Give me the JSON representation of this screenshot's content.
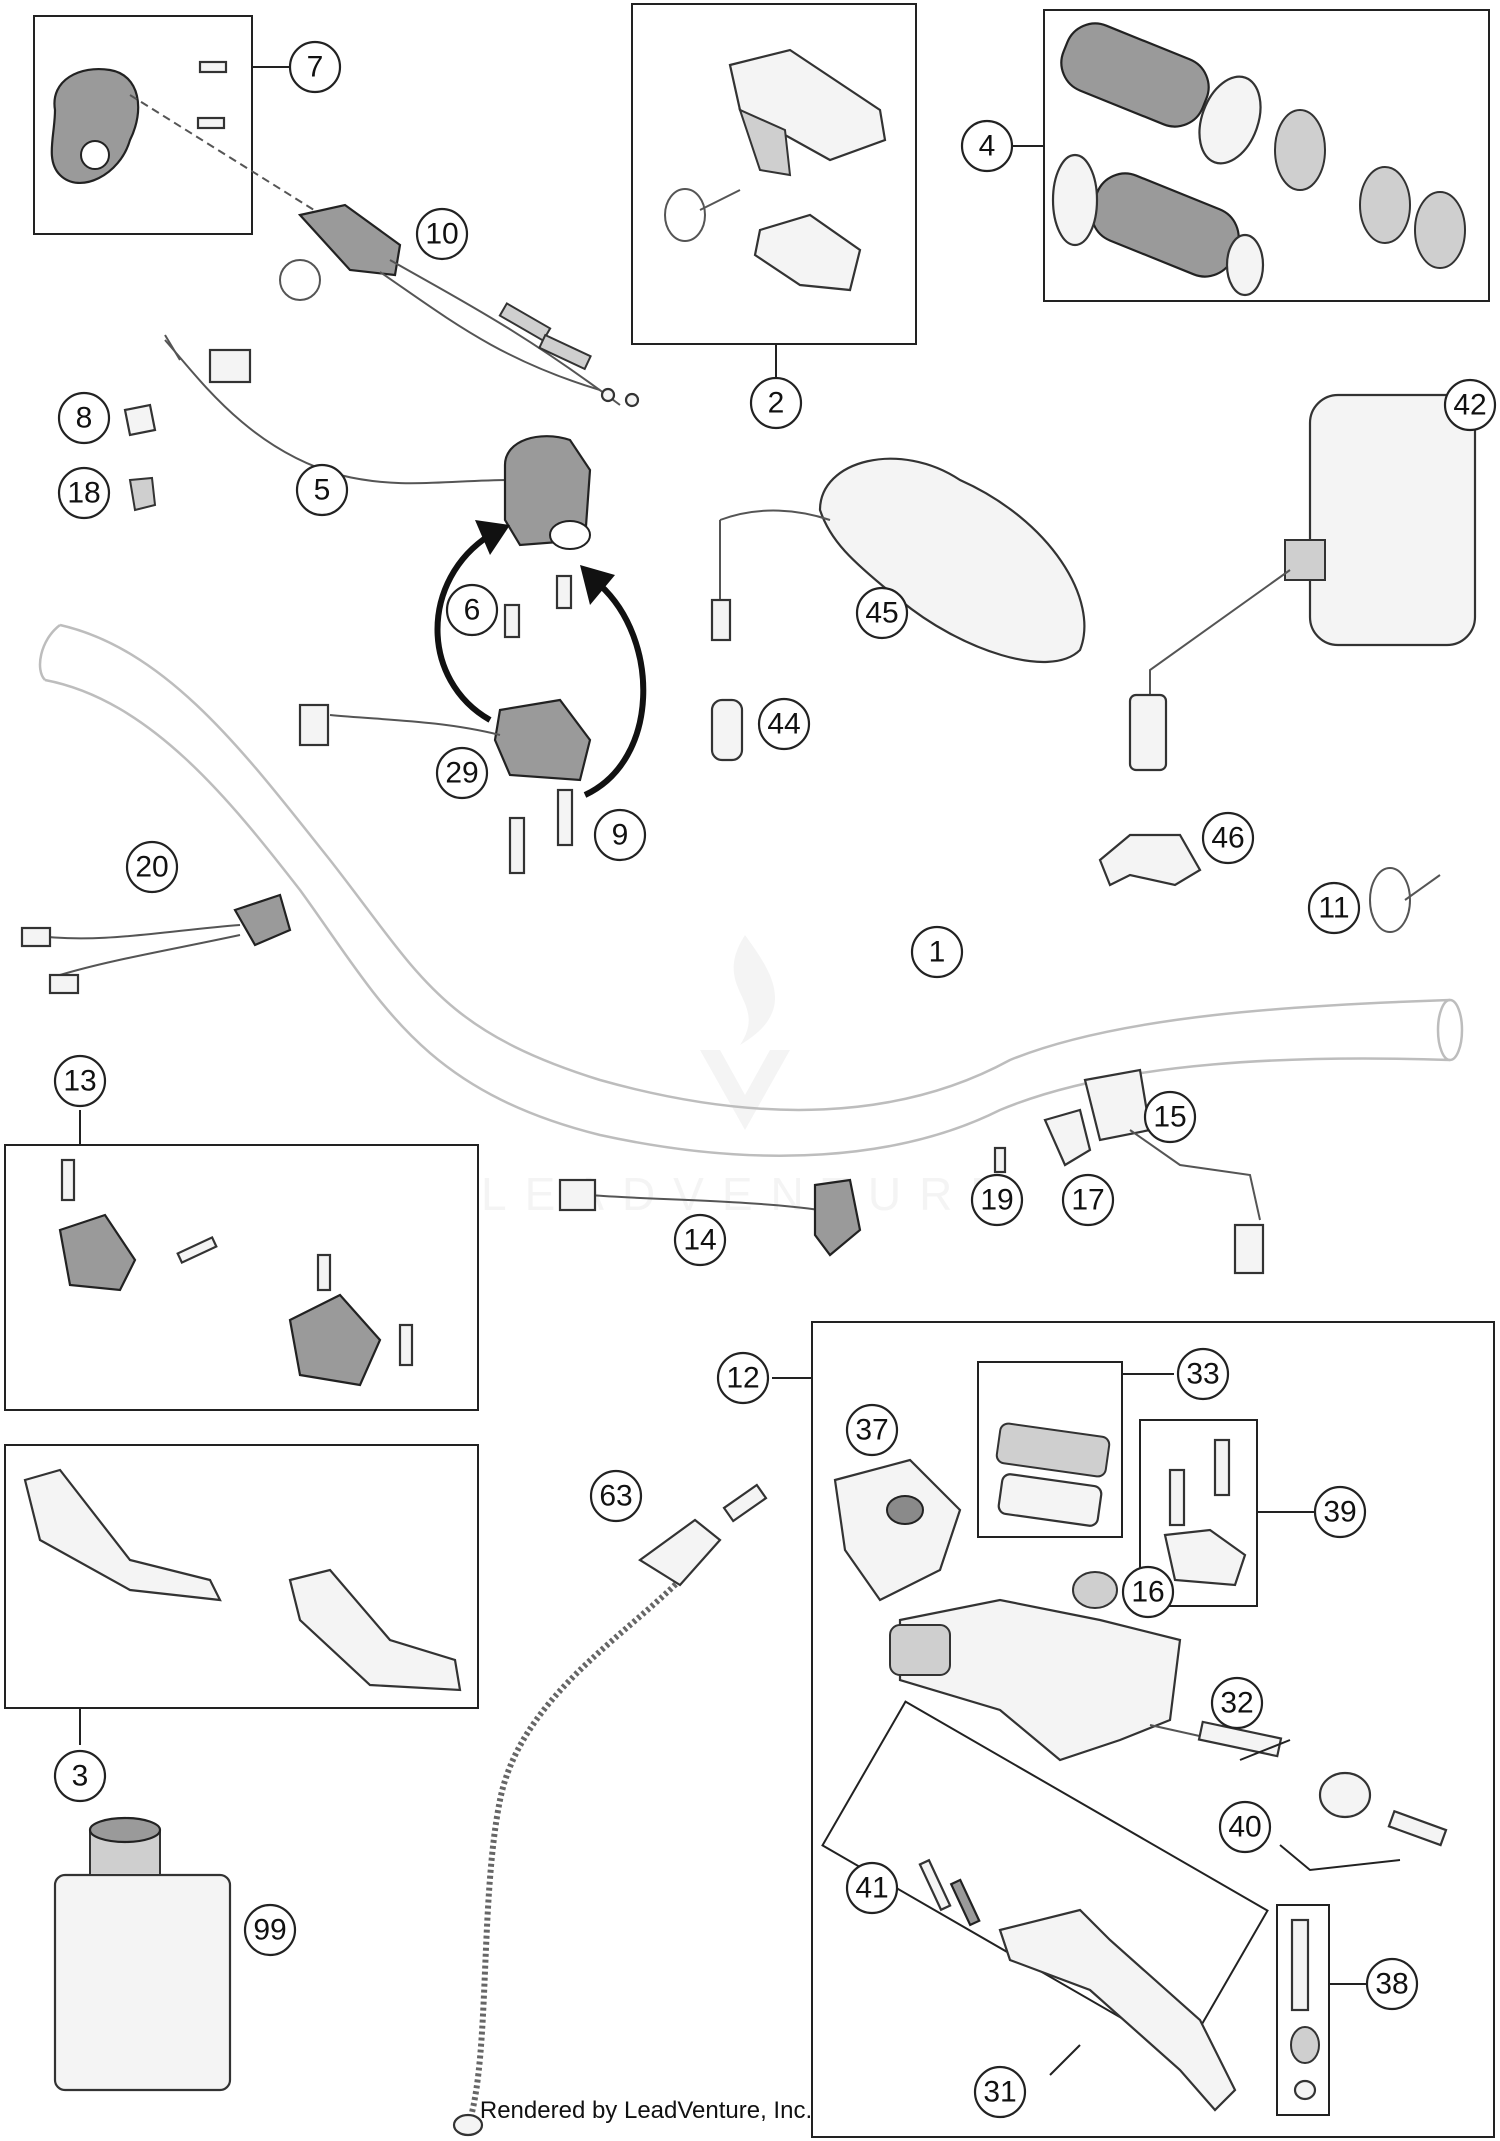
{
  "footer_credit": "Rendered by LeadVenture, Inc.",
  "watermark_text": "LEADVENTURE",
  "callouts": [
    "7",
    "10",
    "2",
    "4",
    "8",
    "18",
    "5",
    "6",
    "9",
    "29",
    "42",
    "45",
    "44",
    "46",
    "11",
    "20",
    "1",
    "13",
    "15",
    "19",
    "17",
    "14",
    "12",
    "33",
    "37",
    "39",
    "16",
    "32",
    "40",
    "41",
    "38",
    "31",
    "3",
    "63",
    "99"
  ]
}
